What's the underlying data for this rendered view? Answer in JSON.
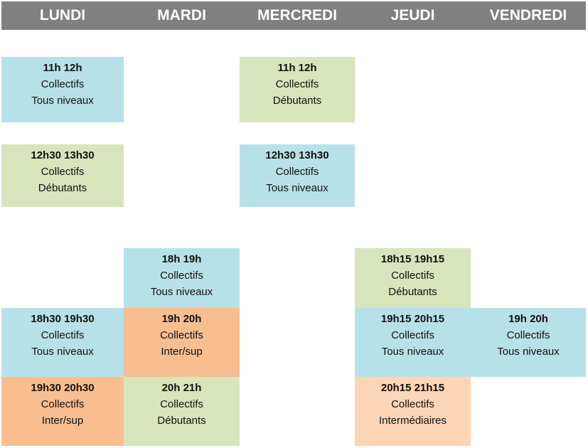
{
  "colors": {
    "header": "#808080",
    "blue": "#b7e1e8",
    "green": "#d8e4bc",
    "orange": "#f8be90",
    "peach": "#fbd5b5"
  },
  "days": [
    "LUNDI",
    "MARDI",
    "MERCREDI",
    "JEUDI",
    "VENDREDI"
  ],
  "slots": {
    "lundi_1": {
      "time": "11h 12h",
      "type": "Collectifs",
      "level": "Tous niveaux"
    },
    "lundi_2": {
      "time": "12h30 13h30",
      "type": "Collectifs",
      "level": "Débutants"
    },
    "lundi_3": {
      "time": "18h30 19h30",
      "type": "Collectifs",
      "level": "Tous niveaux"
    },
    "lundi_4": {
      "time": "19h30 20h30",
      "type": "Collectifs",
      "level": "Inter/sup"
    },
    "mardi_1": {
      "time": "18h 19h",
      "type": "Collectifs",
      "level": "Tous niveaux"
    },
    "mardi_2": {
      "time": "19h 20h",
      "type": "Collectifs",
      "level": "Inter/sup"
    },
    "mardi_3": {
      "time": "20h 21h",
      "type": "Collectifs",
      "level": "Débutants"
    },
    "mercredi_1": {
      "time": "11h 12h",
      "type": "Collectifs",
      "level": "Débutants"
    },
    "mercredi_2": {
      "time": "12h30 13h30",
      "type": "Collectifs",
      "level": "Tous niveaux"
    },
    "jeudi_1": {
      "time": "18h15 19h15",
      "type": "Collectifs",
      "level": "Débutants"
    },
    "jeudi_2": {
      "time": "19h15 20h15",
      "type": "Collectifs",
      "level": "Tous niveaux"
    },
    "jeudi_3": {
      "time": "20h15 21h15",
      "type": "Collectifs",
      "level": "Intermédiaires"
    },
    "vendredi_1": {
      "time": "19h 20h",
      "type": "Collectifs",
      "level": "Tous niveaux"
    }
  }
}
